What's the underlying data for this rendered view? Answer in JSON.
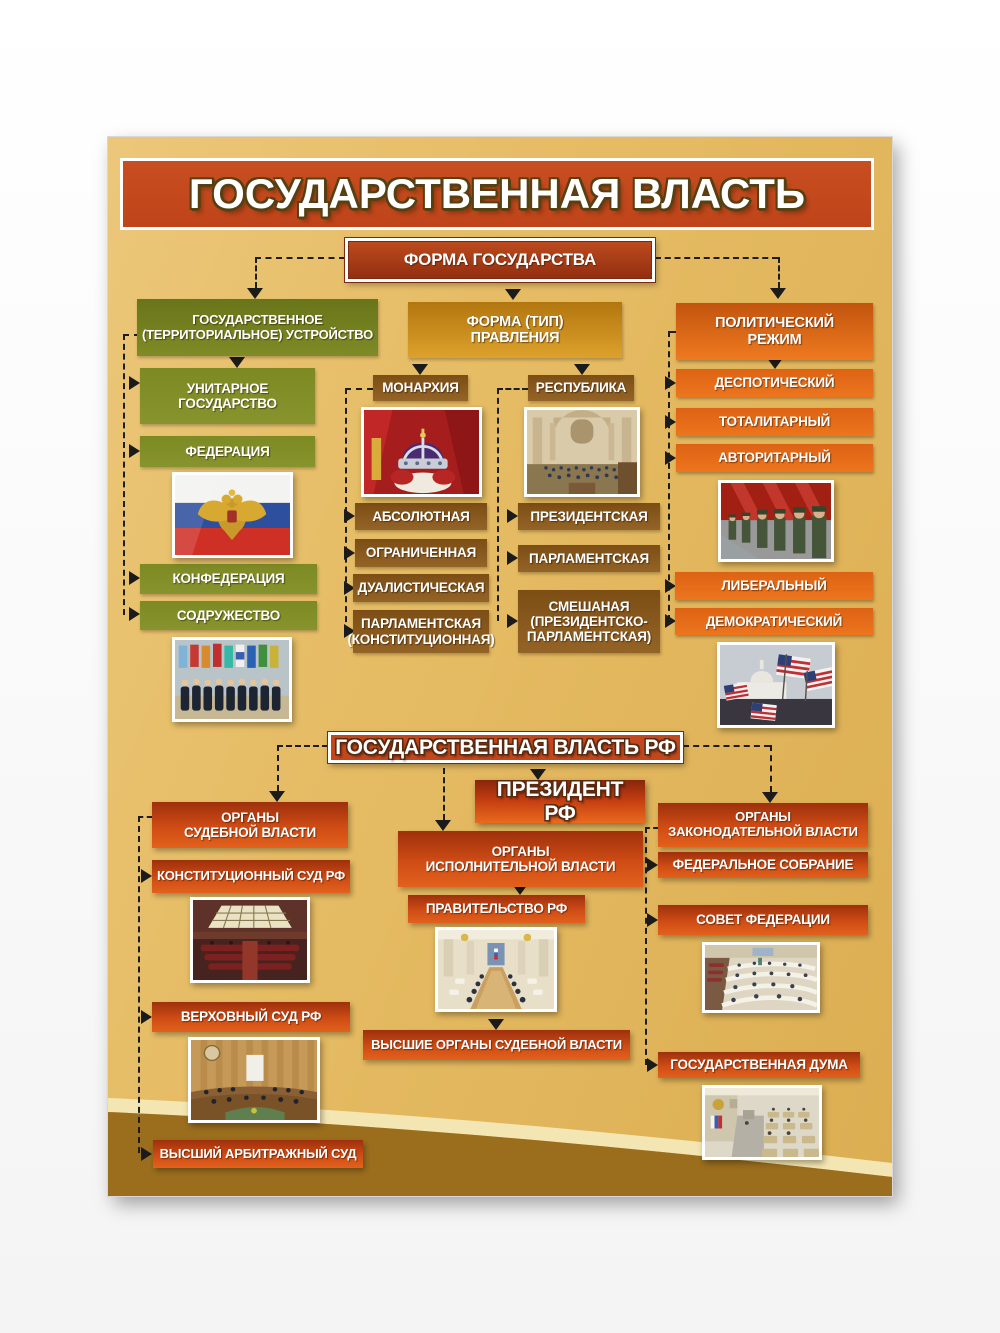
{
  "poster": {
    "title": "ГОСУДАРСТВЕННАЯ ВЛАСТЬ",
    "top": {
      "root": "ФОРМА ГОСУДАРСТВА",
      "territorial": {
        "header": "ГОСУДАРСТВЕННОЕ\n(ТЕРРИТОРИАЛЬНОЕ) УСТРОЙСТВО",
        "unitary": "УНИТАРНОЕ\nГОСУДАРСТВО",
        "federation": "ФЕДЕРАЦИЯ",
        "confederation": "КОНФЕДЕРАЦИЯ",
        "commonwealth": "СОДРУЖЕСТВО"
      },
      "form_of_rule": {
        "header": "ФОРМА (ТИП)\nПРАВЛЕНИЯ",
        "monarchy": "МОНАРХИЯ",
        "monarchy_types": [
          "АБСОЛЮТНАЯ",
          "ОГРАНИЧЕННАЯ",
          "ДУАЛИСТИЧЕСКАЯ",
          "ПАРЛАМЕНТСКАЯ\n(КОНСТИТУЦИОННАЯ)"
        ],
        "republic": "РЕСПУБЛИКА",
        "republic_types": [
          "ПРЕЗИДЕНТСКАЯ",
          "ПАРЛАМЕНТСКАЯ",
          "СМЕШАНАЯ\n(ПРЕЗИДЕНТСКО-\nПАРЛАМЕНТСКАЯ)"
        ]
      },
      "regime": {
        "header": "ПОЛИТИЧЕСКИЙ\nРЕЖИМ",
        "types": [
          "ДЕСПОТИЧЕСКИЙ",
          "ТОТАЛИТАРНЫЙ",
          "АВТОРИТАРНЫЙ",
          "ЛИБЕРАЛЬНЫЙ",
          "ДЕМОКРАТИЧЕСКИЙ"
        ]
      }
    },
    "bottom": {
      "root": "ГОСУДАРСТВЕННАЯ ВЛАСТЬ РФ",
      "president": "ПРЕЗИДЕНТ РФ",
      "judicial": {
        "header": "ОРГАНЫ\nСУДЕБНОЙ ВЛАСТИ",
        "constitutional_court": "КОНСТИТУЦИОННЫЙ СУД РФ",
        "supreme_court": "ВЕРХОВНЫЙ СУД РФ",
        "arbitration_court": "ВЫСШИЙ АРБИТРАЖНЫЙ СУД"
      },
      "executive": {
        "header": "ОРГАНЫ\nИСПОЛНИТЕЛЬНОЙ ВЛАСТИ",
        "government": "ПРАВИТЕЛЬСТВО РФ",
        "supreme_judicial": "ВЫСШИЕ ОРГАНЫ СУДЕБНОЙ ВЛАСТИ"
      },
      "legislative": {
        "header": "ОРГАНЫ\nЗАКОНОДАТЕЛЬНОЙ ВЛАСТИ",
        "federal_assembly": "ФЕДЕРАЛЬНОЕ СОБРАНИЕ",
        "federation_council": "СОВЕТ ФЕДЕРАЦИИ",
        "state_duma": "ГОСУДАРСТВЕННАЯ ДУМА"
      }
    },
    "photos": {
      "federation": "russia-flag-coat-of-arms-photo",
      "commonwealth": "cis-leaders-flags-photo",
      "monarchy": "royal-crown-photo",
      "republic": "parliament-hall-photo",
      "authoritarian": "soldiers-red-flags-photo",
      "democratic": "us-capitol-flags-photo",
      "constitutional_court": "constitutional-court-hall-photo",
      "supreme_court": "supreme-court-hall-photo",
      "government": "government-meeting-photo",
      "federation_council": "federation-council-hall-photo",
      "state_duma": "state-duma-hall-photo"
    },
    "colors": {
      "banner_red": "#c54a20",
      "gold_background": "#e5bd66",
      "olive_green": "#7d8a23",
      "gold_box": "#d79a25",
      "brown_box": "#8a5a1e",
      "orange_box": "#e8701d",
      "red_orange_gradient": "#cf4c15",
      "bottom_band_brown": "#9b6e1e",
      "cream_stripe": "#f4e6b2",
      "connector_black": "#1b1b1b"
    }
  }
}
